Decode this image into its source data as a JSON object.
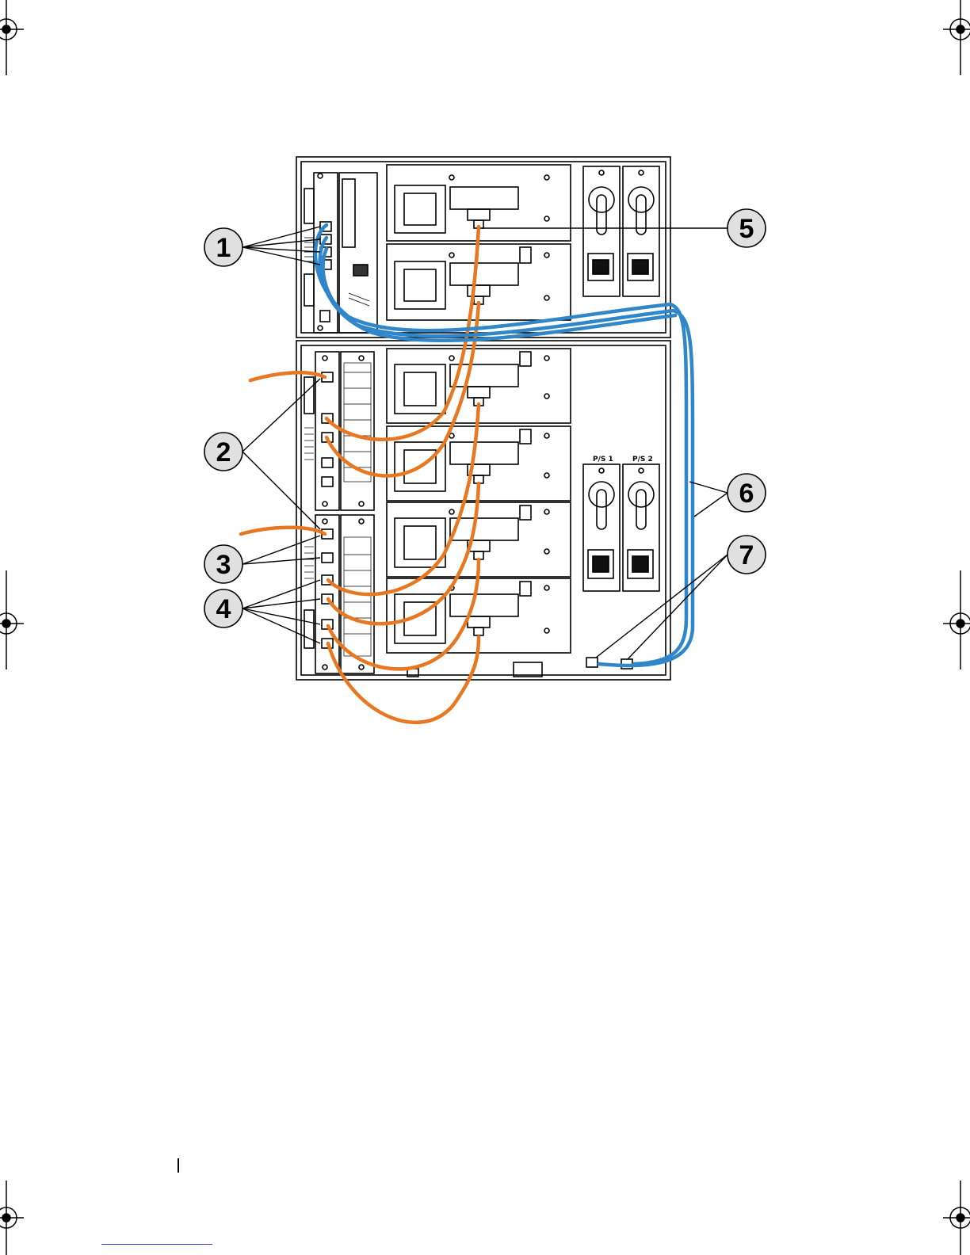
{
  "diagram": {
    "callouts": [
      {
        "id": 1,
        "label": "1"
      },
      {
        "id": 2,
        "label": "2"
      },
      {
        "id": 3,
        "label": "3"
      },
      {
        "id": 4,
        "label": "4"
      },
      {
        "id": 5,
        "label": "5"
      },
      {
        "id": 6,
        "label": "6"
      },
      {
        "id": 7,
        "label": "7"
      }
    ],
    "power_supplies": {
      "ps1_label": "P/S 1",
      "ps2_label": "P/S 2"
    },
    "colors": {
      "chassis_stroke": "#000000",
      "orange_cable": "#e87722",
      "blue_cable": "#2f86c8"
    }
  }
}
